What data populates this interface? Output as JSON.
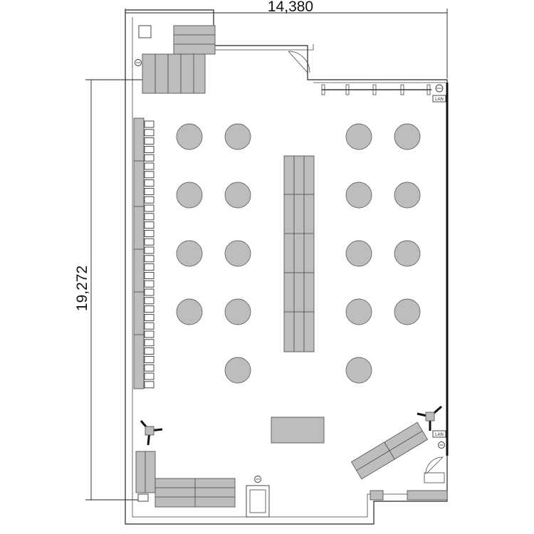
{
  "dimensions": {
    "width_label": "14,380",
    "height_label": "19,272"
  },
  "lan_label": "LAN",
  "colors": {
    "furniture": "#bdbdbd",
    "wall": "#222222",
    "background": "#ffffff"
  }
}
